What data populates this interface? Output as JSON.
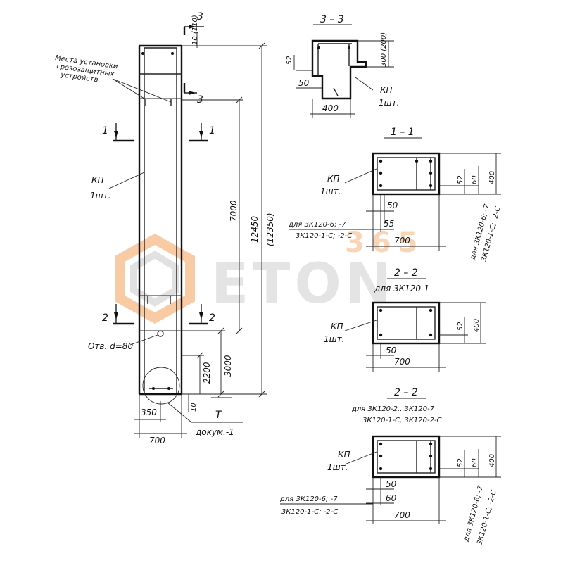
{
  "labels": {
    "sec3": "3",
    "sec3_title": "3 – 3",
    "sec1_title": "1 – 1",
    "sec2a_title": "2 – 2",
    "sec2a_sub": "для 3К120-1",
    "sec2b_title": "2 – 2",
    "sec2b_sub1": "для 3К120-2...3К120-7",
    "sec2b_sub2": "3К120-1-С, 3К120-2-С",
    "places_1": "Места установки",
    "places_2": "грозозащитных",
    "places_3": "устройств",
    "kp": "КП",
    "kp_qty": "1шт.",
    "hole": "Отв. d=80",
    "T": "Т",
    "dokum": "докум.-1",
    "sec1": "1",
    "sec2": "2",
    "var_top_1": "для 3К120-6; -7",
    "var_top_2": "3К120-1-С; -2-С",
    "var_side_1": "для 3К120-6; -7",
    "var_side_2": "3К120-1-С; -2-С"
  },
  "dims": {
    "d10_110": "10 (110)",
    "d7000": "7000",
    "d12450": "12450",
    "d12350": "(12350)",
    "d3000": "3000",
    "d2200": "2200",
    "d10": "10",
    "d350": "350",
    "d700": "700",
    "d52": "52",
    "d50": "50",
    "d300_200": "300 (200)",
    "d400": "400",
    "d55": "55",
    "d60": "60"
  },
  "watermark": {
    "brand": "ETON",
    "num": "365",
    "accent": "#f5a25d",
    "gray": "#c9c9c9"
  }
}
